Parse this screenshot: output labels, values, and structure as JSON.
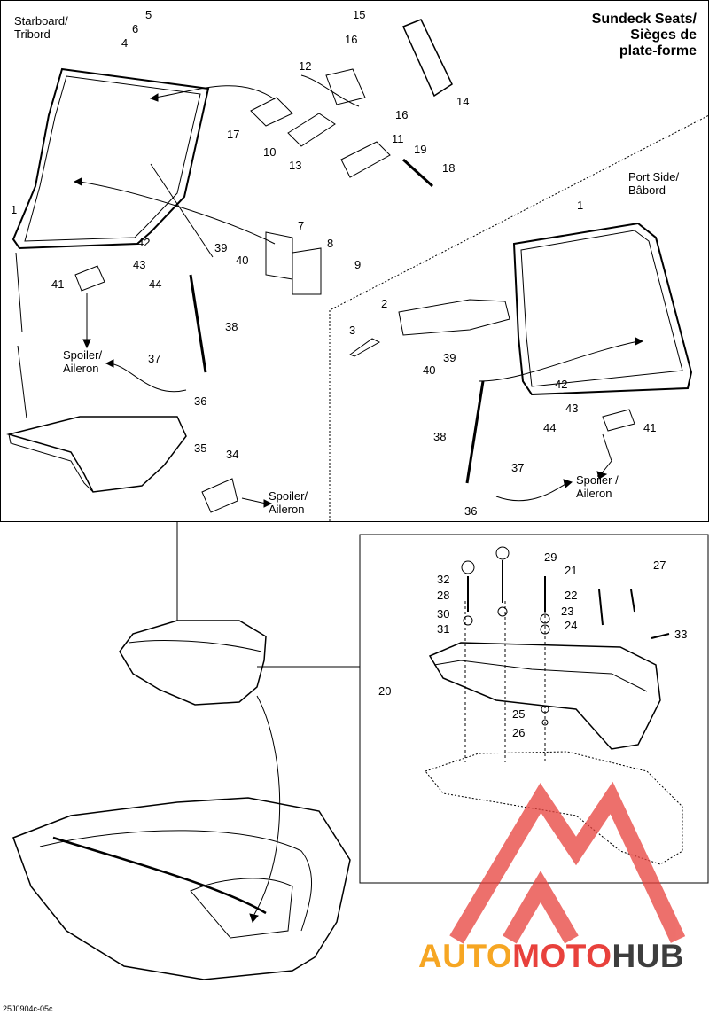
{
  "title": {
    "line1": "Sundeck Seats/",
    "line2": "Sièges de",
    "line3": "plate-forme"
  },
  "side_labels": {
    "starboard_1": "Starboard/",
    "starboard_2": "Tribord",
    "port_1": "Port Side/",
    "port_2": "Bâbord"
  },
  "spoiler_labels": {
    "a1": "Spoiler/",
    "a2": "Aileron",
    "b1": "Spoiler/",
    "b2": "Aileron",
    "c1": "Spoiler /",
    "c2": "Aileron"
  },
  "callouts": [
    "1",
    "2",
    "3",
    "4",
    "5",
    "6",
    "7",
    "8",
    "9",
    "10",
    "11",
    "12",
    "13",
    "14",
    "15",
    "16",
    "16",
    "17",
    "18",
    "19",
    "20",
    "21",
    "22",
    "23",
    "24",
    "25",
    "26",
    "27",
    "28",
    "29",
    "30",
    "31",
    "32",
    "33",
    "34",
    "35",
    "36",
    "36",
    "37",
    "37",
    "38",
    "38",
    "39",
    "39",
    "40",
    "40",
    "41",
    "41",
    "42",
    "42",
    "43",
    "43",
    "44",
    "44",
    "1"
  ],
  "footer_code": "25J0904c-05c",
  "watermark": {
    "part1": "AUTO",
    "part2": "MOTO",
    "part3": "HUB"
  },
  "colors": {
    "line": "#000000",
    "watermark_red": "#e8413c",
    "watermark_orange": "#f6a623",
    "watermark_dark": "#3d3d3d"
  }
}
